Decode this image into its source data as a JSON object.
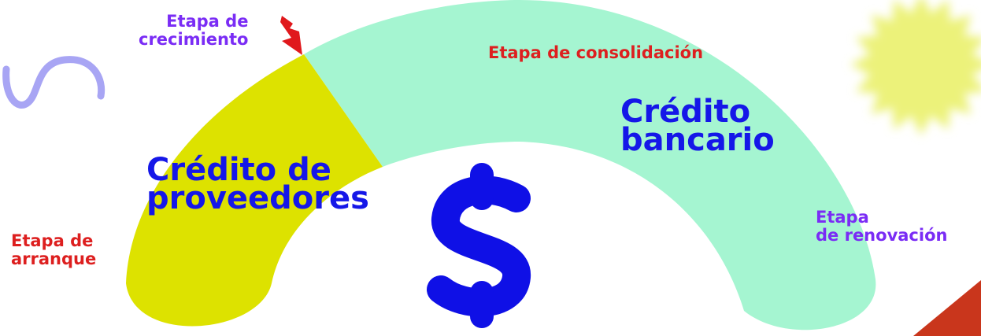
{
  "colors": {
    "early_band": "#dde200",
    "late_band": "#a5f5d1",
    "stage_red": "#dd1f1f",
    "stage_purple": "#7a2cf5",
    "credit_text": "#1517e8",
    "dollar": "#0f10e6",
    "squiggle": "#a8a5f4",
    "sun": "#ecf27a",
    "corner_shape": "#c9361c",
    "arrow": "#e0181c"
  },
  "icons": {
    "dollar": "dollar-sign-icon",
    "arrow": "arrow-down-icon",
    "sun": "sun-icon",
    "squiggle": "squiggle-decoration"
  },
  "stages": {
    "arranque": "Etapa de\narranque",
    "crecimiento": "Etapa de\ncrecimiento",
    "consolidacion": "Etapa de consolidación",
    "renovacion": "Etapa\nde renovación"
  },
  "credits": {
    "proveedores": "Crédito de\nproveedores",
    "bancario": "Crédito\nbancario"
  }
}
